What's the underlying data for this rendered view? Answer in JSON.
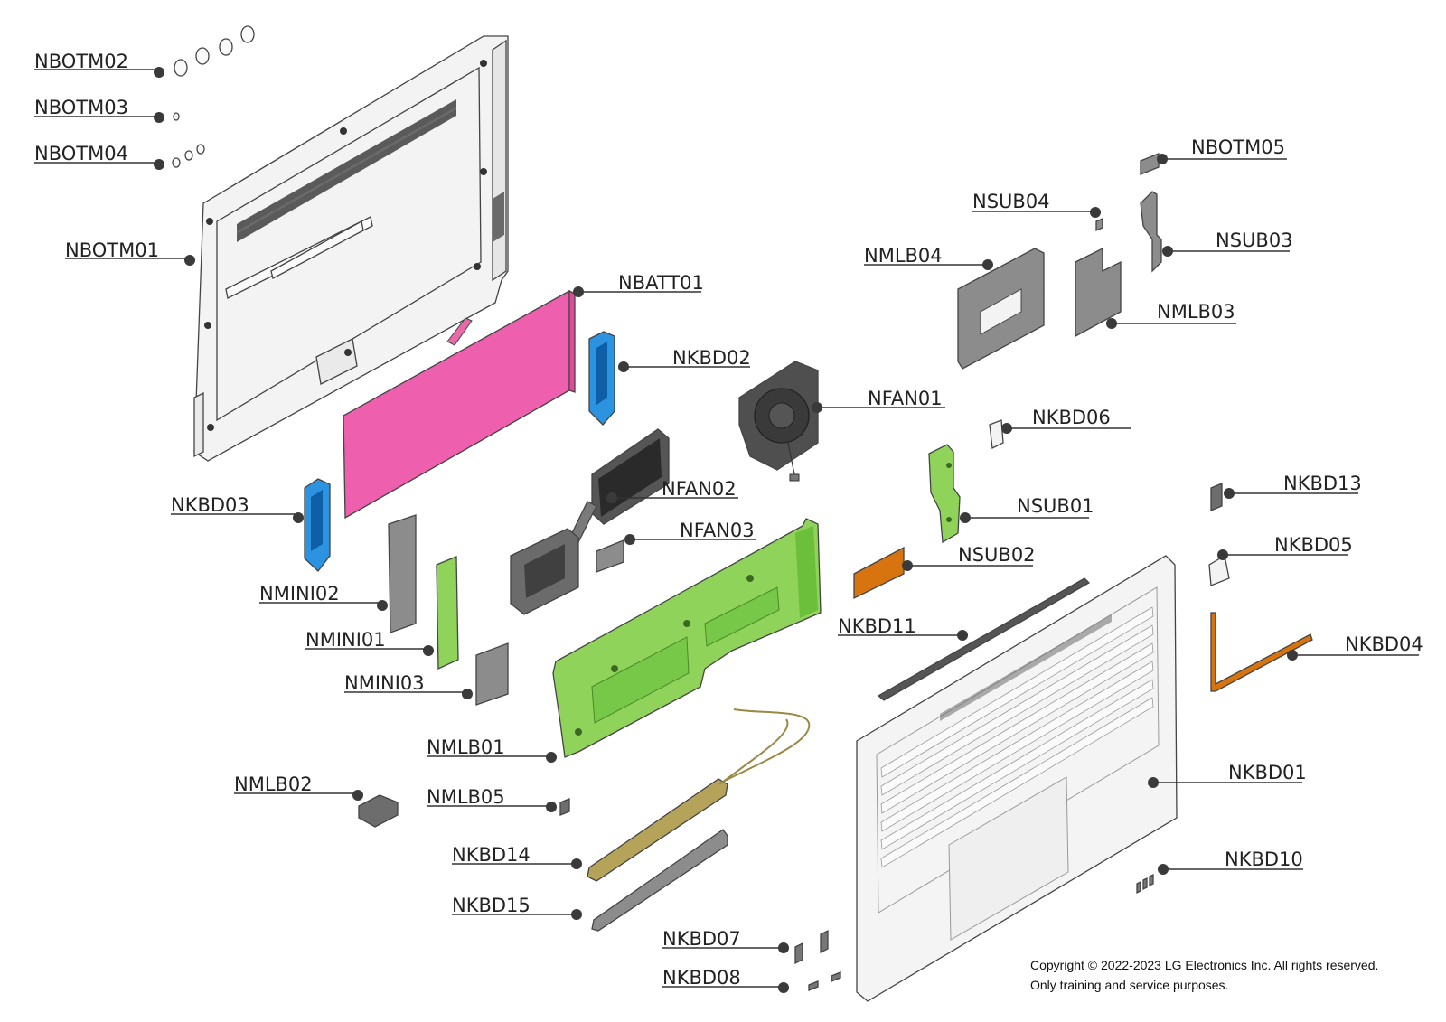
{
  "labels": {
    "NBOTM02": "NBOTM02",
    "NBOTM03": "NBOTM03",
    "NBOTM04": "NBOTM04",
    "NBOTM01": "NBOTM01",
    "NBATT01": "NBATT01",
    "NKBD02": "NKBD02",
    "NKBD03": "NKBD03",
    "NFAN01": "NFAN01",
    "NFAN02": "NFAN02",
    "NFAN03": "NFAN03",
    "NMINI02": "NMINI02",
    "NMINI01": "NMINI01",
    "NMINI03": "NMINI03",
    "NMLB01": "NMLB01",
    "NMLB02": "NMLB02",
    "NMLB05": "NMLB05",
    "NKBD14": "NKBD14",
    "NKBD15": "NKBD15",
    "NKBD07": "NKBD07",
    "NKBD08": "NKBD08",
    "NBOTM05": "NBOTM05",
    "NSUB04": "NSUB04",
    "NSUB03": "NSUB03",
    "NMLB04": "NMLB04",
    "NMLB03": "NMLB03",
    "NKBD06": "NKBD06",
    "NSUB01": "NSUB01",
    "NSUB02": "NSUB02",
    "NKBD11": "NKBD11",
    "NKBD13": "NKBD13",
    "NKBD05": "NKBD05",
    "NKBD04": "NKBD04",
    "NKBD01": "NKBD01",
    "NKBD10": "NKBD10"
  },
  "copyright": {
    "line1": "Copyright © 2022-2023 LG Electronics Inc. All rights reserved.",
    "line2": "Only training and service purposes."
  },
  "colors": {
    "battery": "#ee5fae",
    "bracket_blue": "#2b93e0",
    "board_green": "#8fd35a",
    "board_green_dark": "#6bbf3a",
    "fpc_orange": "#d87410",
    "shield_gray": "#8c8c8c",
    "antenna_gold": "#b5a35a",
    "chassis": "#f1f1f1"
  }
}
